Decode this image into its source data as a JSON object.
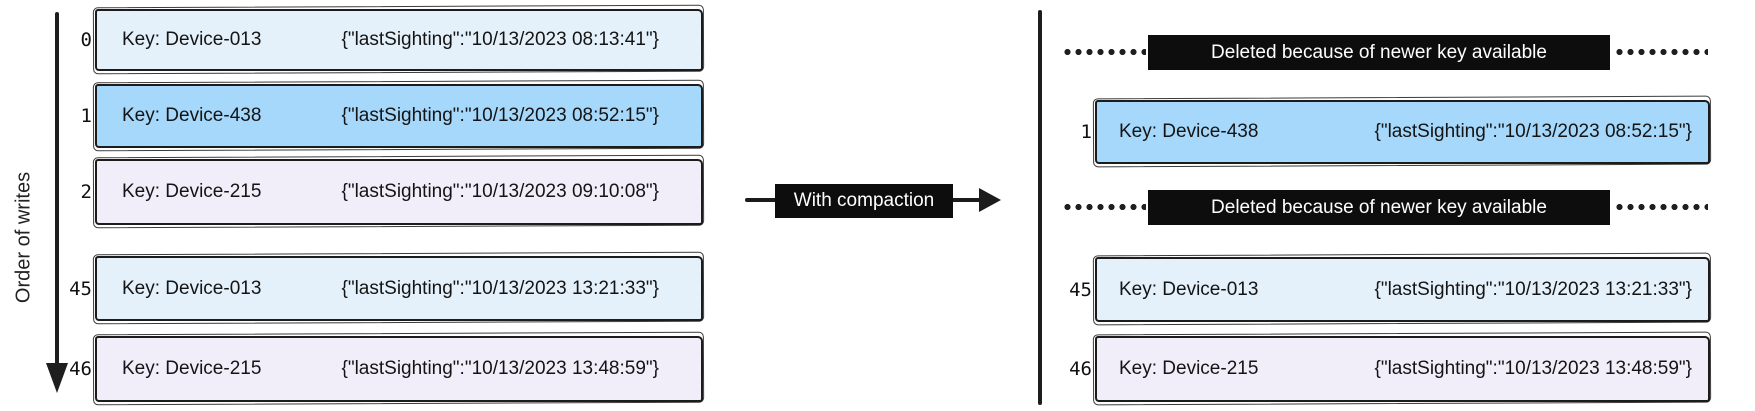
{
  "left_panel": {
    "axis_label": "Order of writes",
    "rows": [
      {
        "index": "0",
        "key": "Key: Device-013",
        "value": "{\"lastSighting\":\"10/13/2023 08:13:41\"}",
        "fill": "#e4f1fb"
      },
      {
        "index": "1",
        "key": "Key: Device-438",
        "value": "{\"lastSighting\":\"10/13/2023 08:52:15\"}",
        "fill": "#a5d8fb"
      },
      {
        "index": "2",
        "key": "Key: Device-215",
        "value": "{\"lastSighting\":\"10/13/2023 09:10:08\"}",
        "fill": "#f1eefa"
      },
      {
        "index": "45",
        "key": "Key: Device-013",
        "value": "{\"lastSighting\":\"10/13/2023 13:21:33\"}",
        "fill": "#e4f1fb"
      },
      {
        "index": "46",
        "key": "Key: Device-215",
        "value": "{\"lastSighting\":\"10/13/2023 13:48:59\"}",
        "fill": "#f1eefa"
      }
    ]
  },
  "transform": {
    "label": "With compaction"
  },
  "right_panel": {
    "deleted_labels": [
      "Deleted because of newer key available",
      "Deleted because of newer key available"
    ],
    "rows": [
      {
        "index": "1",
        "key": "Key: Device-438",
        "value": "{\"lastSighting\":\"10/13/2023 08:52:15\"}",
        "fill": "#a5d8fb"
      },
      {
        "index": "45",
        "key": "Key: Device-013",
        "value": "{\"lastSighting\":\"10/13/2023 13:21:33\"}",
        "fill": "#e4f1fb"
      },
      {
        "index": "46",
        "key": "Key: Device-215",
        "value": "{\"lastSighting\":\"10/13/2023 13:48:59\"}",
        "fill": "#f1eefa"
      }
    ]
  },
  "colors": {
    "record_blue": "#a5d8fb",
    "record_light_blue": "#e4f1fb",
    "record_lavender": "#f1eefa",
    "stroke": "#1b1b1b",
    "label_box_bg": "#0d0d0d",
    "label_text": "#ffffff",
    "background": "#ffffff"
  }
}
